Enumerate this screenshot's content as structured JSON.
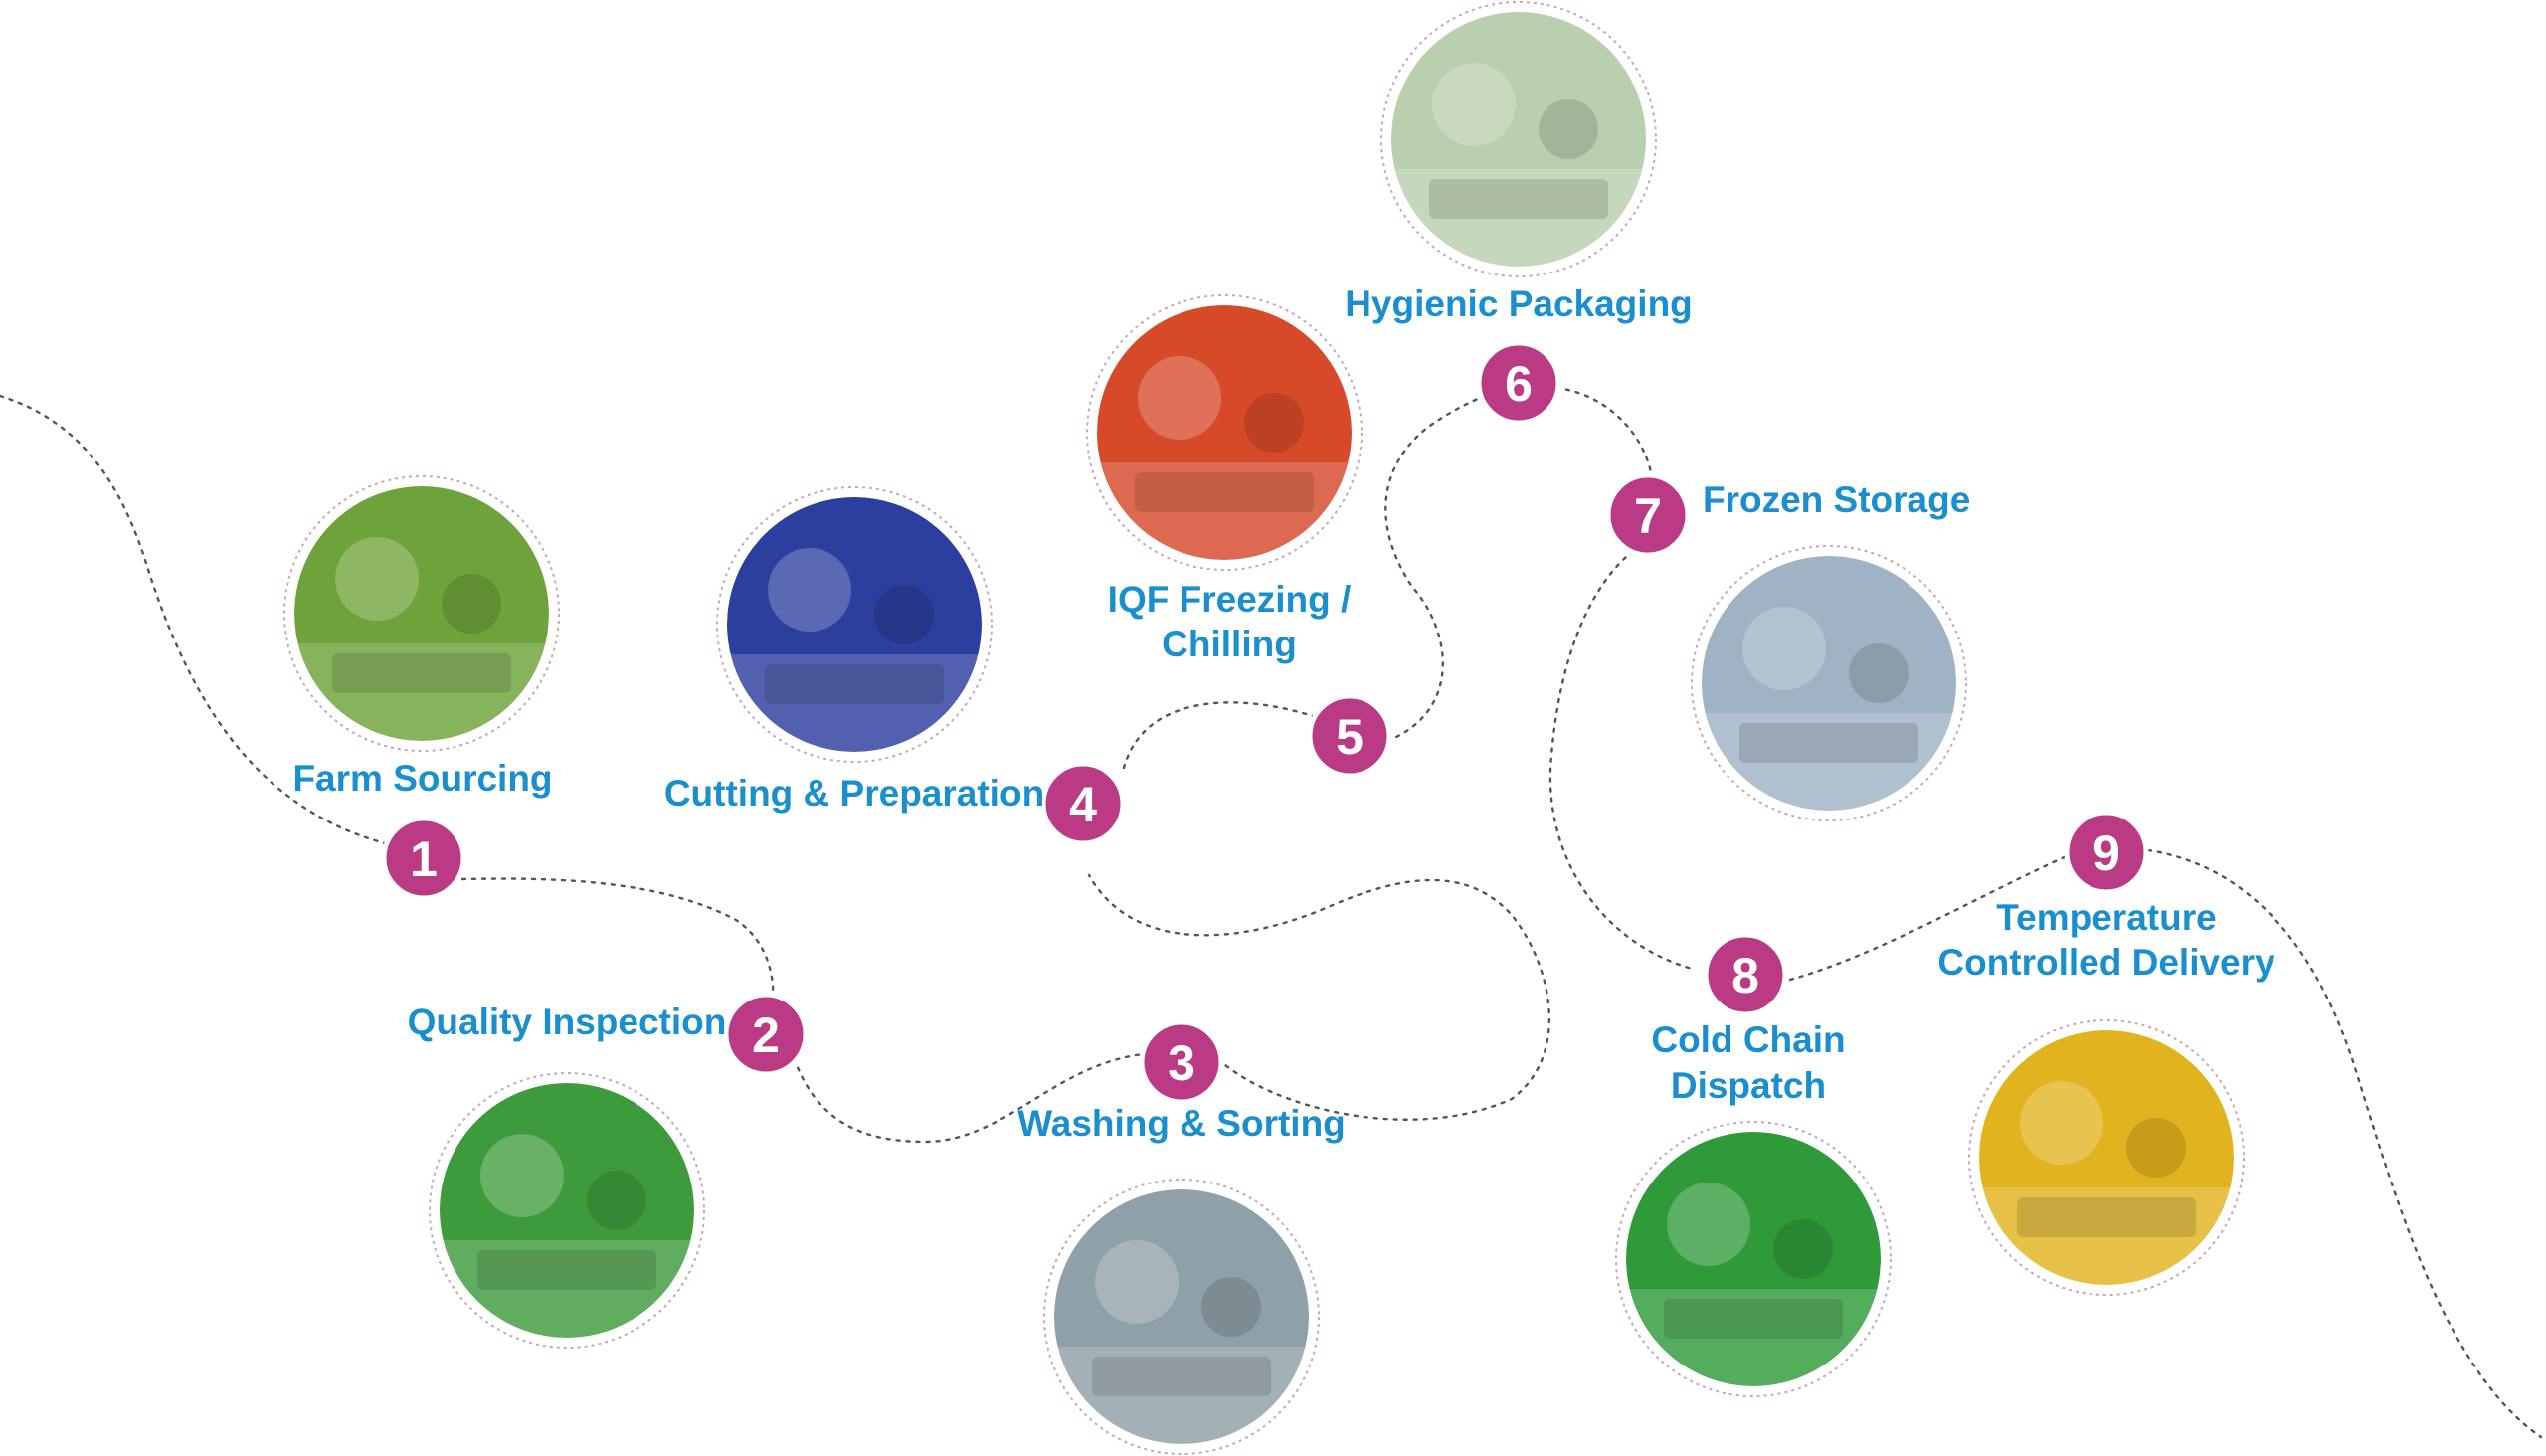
{
  "steps": [
    {
      "number": "1",
      "label": [
        "Farm Sourcing"
      ],
      "icon": "farm-worker-photo-icon",
      "accent": "#6da33a"
    },
    {
      "number": "2",
      "label": [
        "Quality Inspection"
      ],
      "icon": "inspection-photo-icon",
      "accent": "#3e9b3c"
    },
    {
      "number": "3",
      "label": [
        "Washing & Sorting"
      ],
      "icon": "washing-machine-photo-icon",
      "accent": "#8fa0a8"
    },
    {
      "number": "4",
      "label": [
        "Cutting & Preparation"
      ],
      "icon": "conveyor-belt-photo-icon",
      "accent": "#2c3f9e"
    },
    {
      "number": "5",
      "label": [
        "IQF Freezing /",
        "Chilling"
      ],
      "icon": "frozen-vegetables-photo-icon",
      "accent": "#d64a2a"
    },
    {
      "number": "6",
      "label": [
        "Hygienic Packaging"
      ],
      "icon": "packaged-produce-photo-icon",
      "accent": "#b9cfae"
    },
    {
      "number": "7",
      "label": [
        "Frozen Storage"
      ],
      "icon": "cold-storage-photo-icon",
      "accent": "#9fb3c4"
    },
    {
      "number": "8",
      "label": [
        "Cold Chain",
        "Dispatch"
      ],
      "icon": "dispatch-crates-photo-icon",
      "accent": "#2f9a3a"
    },
    {
      "number": "9",
      "label": [
        "Temperature",
        "Controlled Delivery"
      ],
      "icon": "delivery-truck-photo-icon",
      "accent": "#e1b31f"
    }
  ],
  "colors": {
    "badge": "#bb3a86",
    "label": "#1a8fd0",
    "path": "#555555"
  }
}
